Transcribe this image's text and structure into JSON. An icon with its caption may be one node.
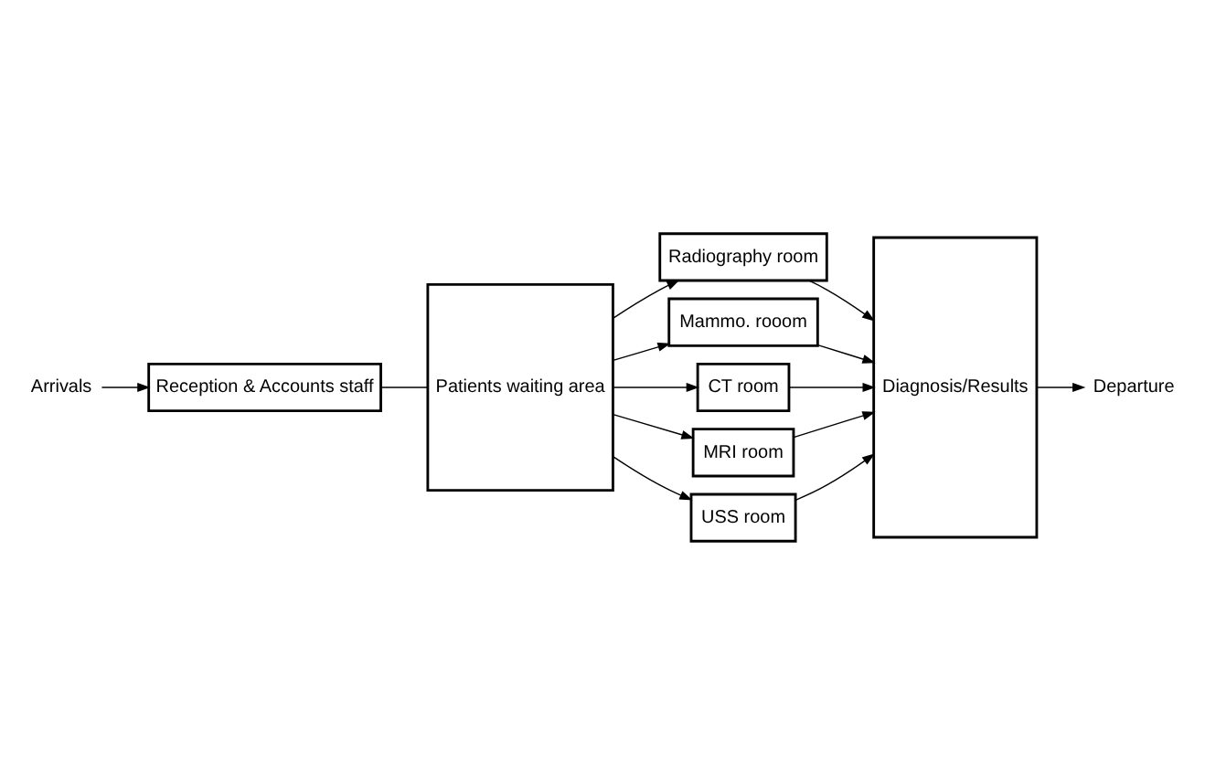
{
  "diagram": {
    "nodes": [
      {
        "text": [
          "Arrivals"
        ]
      },
      {
        "text": [
          "Reception & Accounts staff"
        ]
      },
      {
        "text": [
          "Patients waiting area"
        ]
      },
      {
        "text": [
          "Radiography room"
        ]
      },
      {
        "text": [
          "Mammo. rooom"
        ]
      },
      {
        "text": [
          "CT room"
        ]
      },
      {
        "text": [
          "MRI room"
        ]
      },
      {
        "text": [
          "USS room"
        ]
      },
      {
        "text": [
          "Diagnosis/Results"
        ]
      },
      {
        "text": [
          "Departure"
        ]
      }
    ],
    "edges": [
      {
        "from": 0,
        "to": 1,
        "arrow": "to"
      },
      {
        "from": 1,
        "to": 2,
        "arrow": "none"
      },
      {
        "from": 2,
        "to": 3,
        "arrow": "to"
      },
      {
        "from": 2,
        "to": 4,
        "arrow": "to"
      },
      {
        "from": 2,
        "to": 5,
        "arrow": "to"
      },
      {
        "from": 2,
        "to": 6,
        "arrow": "to"
      },
      {
        "from": 2,
        "to": 7,
        "arrow": "to"
      },
      {
        "from": 3,
        "to": 8,
        "arrow": "to"
      },
      {
        "from": 4,
        "to": 8,
        "arrow": "to"
      },
      {
        "from": 5,
        "to": 8,
        "arrow": "to"
      },
      {
        "from": 6,
        "to": 8,
        "arrow": "to"
      },
      {
        "from": 7,
        "to": 8,
        "arrow": "to"
      },
      {
        "from": 8,
        "to": 9,
        "arrow": "to"
      }
    ]
  }
}
